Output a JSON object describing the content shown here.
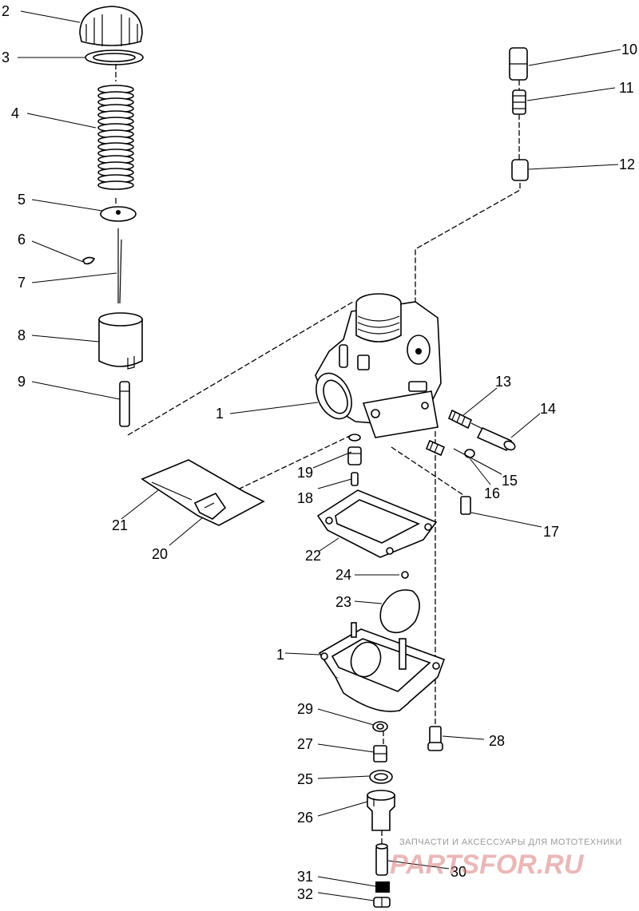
{
  "callouts": [
    {
      "n": "2"
    },
    {
      "n": "3"
    },
    {
      "n": "4"
    },
    {
      "n": "5"
    },
    {
      "n": "6"
    },
    {
      "n": "7"
    },
    {
      "n": "8"
    },
    {
      "n": "9"
    },
    {
      "n": "10"
    },
    {
      "n": "11"
    },
    {
      "n": "12"
    },
    {
      "n": "1"
    },
    {
      "n": "13"
    },
    {
      "n": "14"
    },
    {
      "n": "15"
    },
    {
      "n": "16"
    },
    {
      "n": "17"
    },
    {
      "n": "19"
    },
    {
      "n": "18"
    },
    {
      "n": "21"
    },
    {
      "n": "20"
    },
    {
      "n": "22"
    },
    {
      "n": "24"
    },
    {
      "n": "23"
    },
    {
      "n": "1"
    },
    {
      "n": "29"
    },
    {
      "n": "28"
    },
    {
      "n": "27"
    },
    {
      "n": "25"
    },
    {
      "n": "26"
    },
    {
      "n": "30"
    },
    {
      "n": "31"
    },
    {
      "n": "32"
    }
  ],
  "watermark": {
    "tagline": "ЗАПЧАСТИ И АКСЕССУАРЫ ДЛЯ МОТОТЕХНИКИ",
    "brand": "PARTSFOR.RU"
  }
}
